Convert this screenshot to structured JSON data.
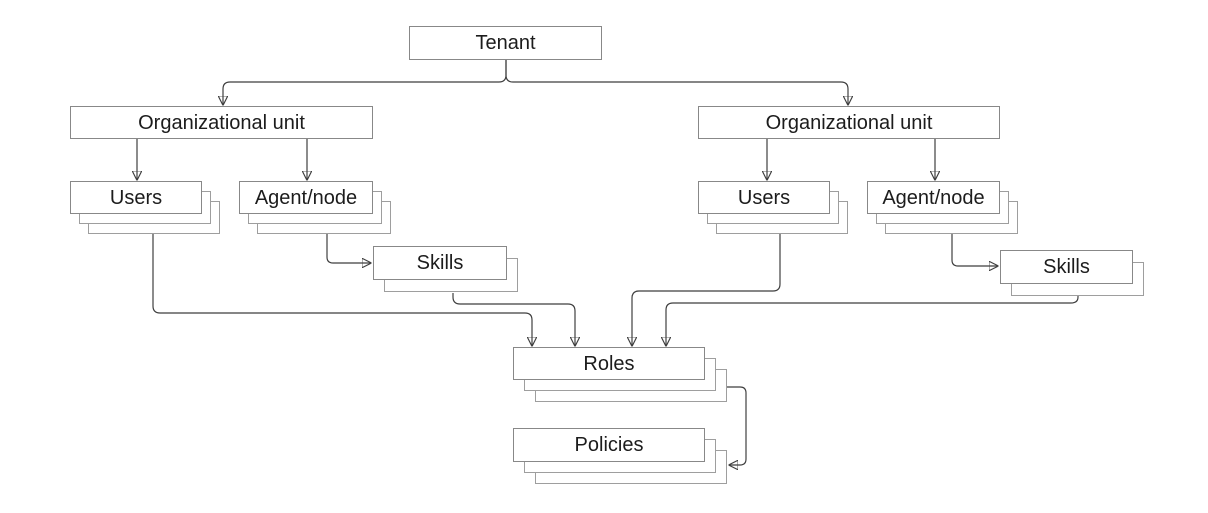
{
  "diagram": {
    "title": "Tenant / organizational-unit hierarchy diagram",
    "type": "hierarchy-flowchart",
    "nodes": {
      "tenant": {
        "label": "Tenant",
        "stacked": false
      },
      "ou_left": {
        "label": "Organizational unit",
        "stacked": false
      },
      "ou_right": {
        "label": "Organizational unit",
        "stacked": false
      },
      "users_left": {
        "label": "Users",
        "stacked": true
      },
      "agent_left": {
        "label": "Agent/node",
        "stacked": true
      },
      "skills_left": {
        "label": "Skills",
        "stacked": true
      },
      "users_right": {
        "label": "Users",
        "stacked": true
      },
      "agent_right": {
        "label": "Agent/node",
        "stacked": true
      },
      "skills_right": {
        "label": "Skills",
        "stacked": true
      },
      "roles": {
        "label": "Roles",
        "stacked": true
      },
      "policies": {
        "label": "Policies",
        "stacked": true
      }
    },
    "edges": [
      {
        "from": "tenant",
        "to": "ou_left"
      },
      {
        "from": "tenant",
        "to": "ou_right"
      },
      {
        "from": "ou_left",
        "to": "users_left"
      },
      {
        "from": "ou_left",
        "to": "agent_left"
      },
      {
        "from": "agent_left",
        "to": "skills_left"
      },
      {
        "from": "users_left",
        "to": "roles"
      },
      {
        "from": "skills_left",
        "to": "roles"
      },
      {
        "from": "ou_right",
        "to": "users_right"
      },
      {
        "from": "ou_right",
        "to": "agent_right"
      },
      {
        "from": "agent_right",
        "to": "skills_right"
      },
      {
        "from": "users_right",
        "to": "roles"
      },
      {
        "from": "skills_right",
        "to": "roles"
      },
      {
        "from": "roles",
        "to": "policies"
      }
    ],
    "colors": {
      "background": "#ffffff",
      "box_fill": "#ffffff",
      "box_border": "#888888",
      "stack_copy_border": "#9e9e9e",
      "connector": "#3f3f3f",
      "text": "#1c1c1c"
    }
  }
}
